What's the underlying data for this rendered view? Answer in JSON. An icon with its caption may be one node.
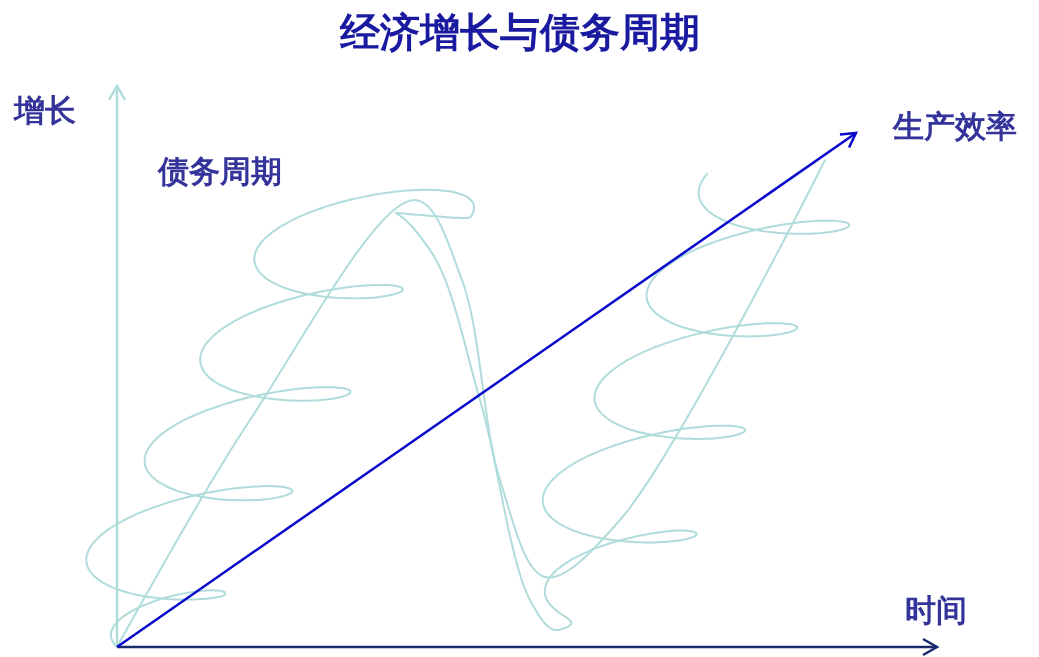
{
  "diagram": {
    "title": "经济增长与债务周期",
    "labels": [
      "增长",
      "生产效率",
      "债务周期",
      "时间"
    ]
  }
}
